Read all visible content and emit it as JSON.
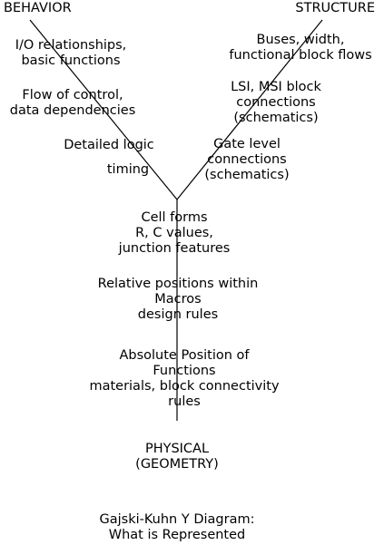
{
  "axes": {
    "behavior": "BEHAVIOR",
    "structure": "STRUCTURE",
    "physical": [
      "PHYSICAL",
      "(GEOMETRY)"
    ]
  },
  "behavior_levels": [
    [
      "I/O relationships,",
      "basic functions"
    ],
    [
      "Flow of control,",
      "data dependencies"
    ],
    [
      "Detailed logic"
    ],
    [
      "timing"
    ]
  ],
  "structure_levels": [
    [
      "Buses, width,",
      "functional block flows"
    ],
    [
      "LSI, MSI block",
      "connections",
      "(schematics)"
    ],
    [
      "Gate level",
      "connections",
      "(schematics)"
    ]
  ],
  "physical_levels": [
    [
      "Cell forms",
      "R, C values,",
      "junction features"
    ],
    [
      "Relative positions within",
      "Macros",
      "design rules"
    ],
    [
      "Absolute Position of",
      "Functions",
      "materials, block connectivity",
      "rules"
    ]
  ],
  "caption": [
    "Gajski-Kuhn Y Diagram:",
    "What is Represented"
  ]
}
